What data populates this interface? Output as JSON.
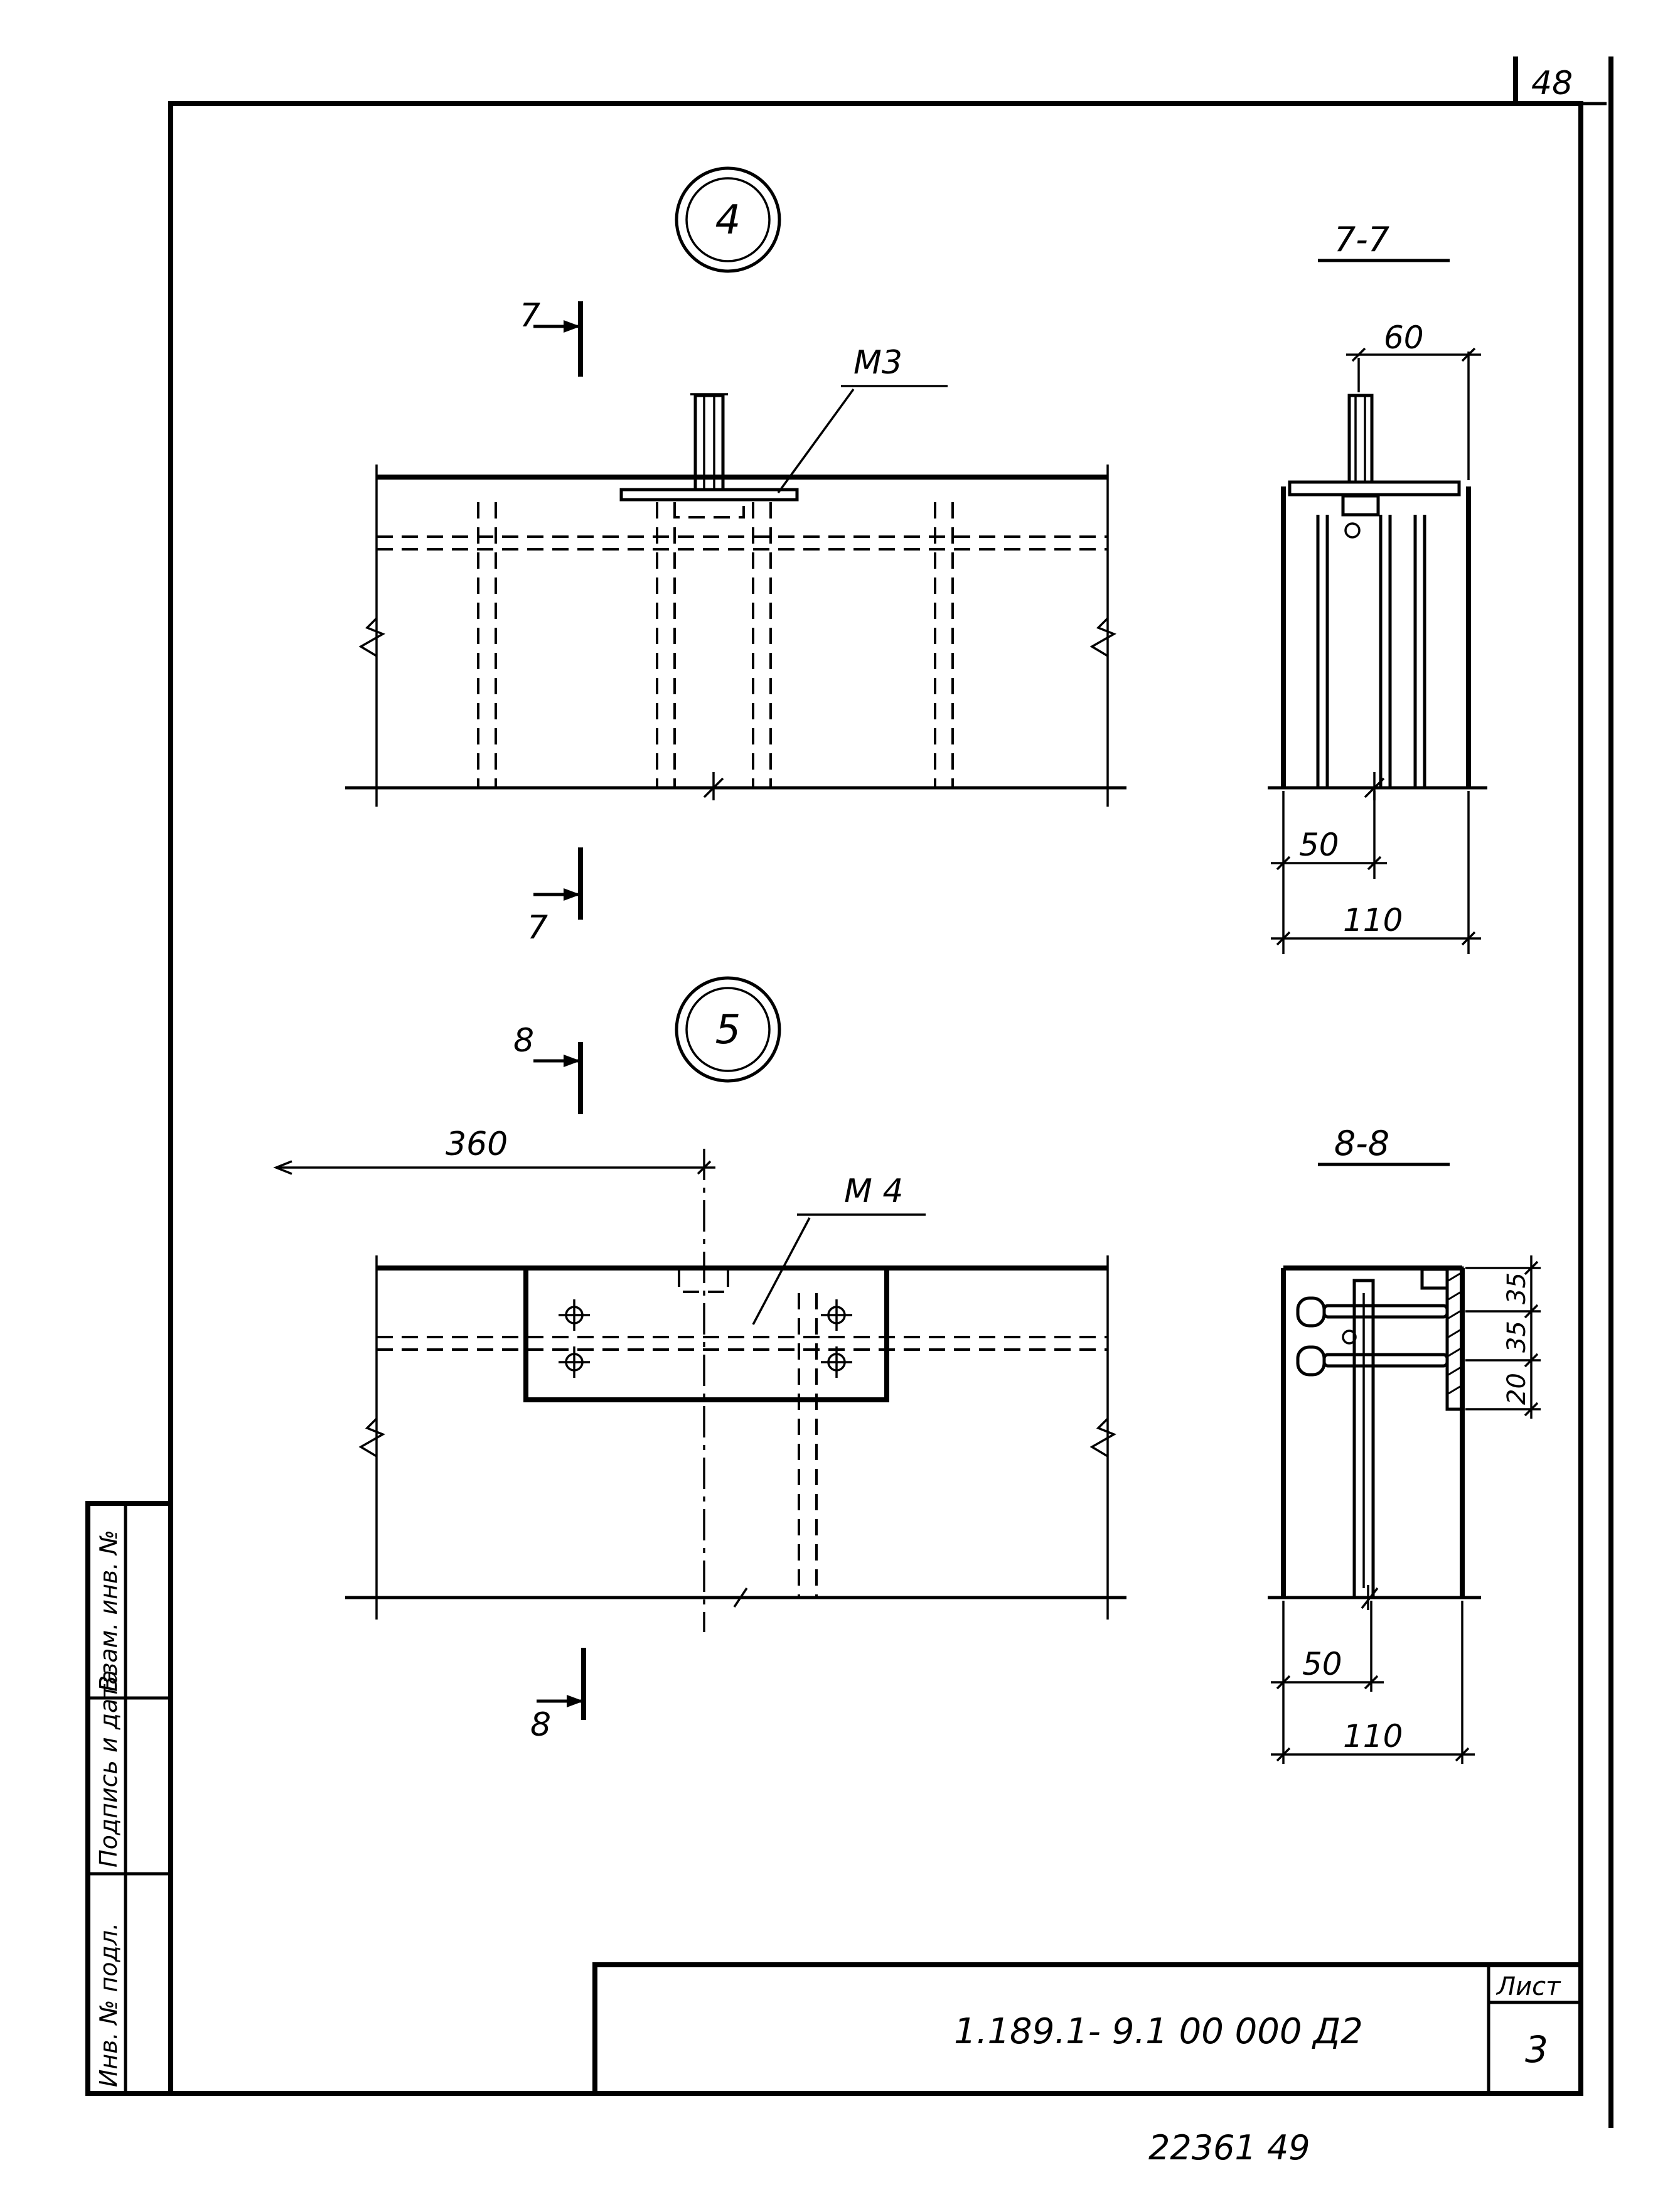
{
  "sheet": {
    "corner_number": "48",
    "footer_number": "22361 49",
    "title_block": {
      "designation": "1.189.1- 9.1 00 000 Д2",
      "sheet_label": "Лист",
      "sheet_number": "3"
    },
    "side_stamp": {
      "cells": [
        "Инв. № подл.",
        "Подпись и дата",
        "Взам. инв. №"
      ]
    }
  },
  "node4": {
    "label": "4",
    "mark": "М3",
    "section_cut": "7",
    "section_title": "7-7",
    "dims": [
      "60",
      "50",
      "110"
    ]
  },
  "node5": {
    "label": "5",
    "mark": "М 4",
    "section_cut": "8",
    "offset_dim": "360",
    "section_title": "8-8",
    "dims": [
      "50",
      "110",
      "35",
      "35",
      "20"
    ]
  }
}
